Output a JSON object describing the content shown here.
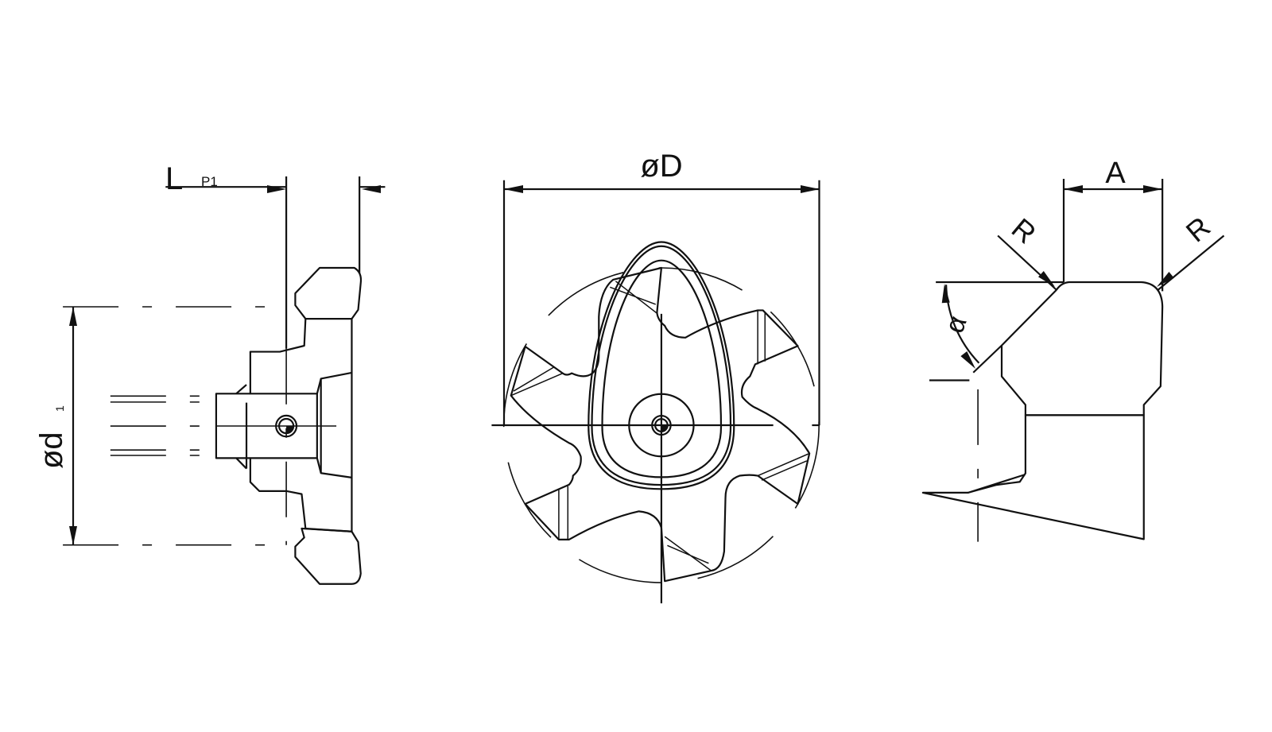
{
  "drawing": {
    "left_view": {
      "length_label": "L",
      "length_subscript": "P1",
      "diameter_label": "ød",
      "diameter_subscript": "1"
    },
    "front_view": {
      "diameter_label": "øD"
    },
    "profile_view": {
      "width_label": "A",
      "radius_left_label": "R",
      "radius_right_label": "R",
      "angle_label": "α"
    },
    "line_color": "#111111"
  }
}
